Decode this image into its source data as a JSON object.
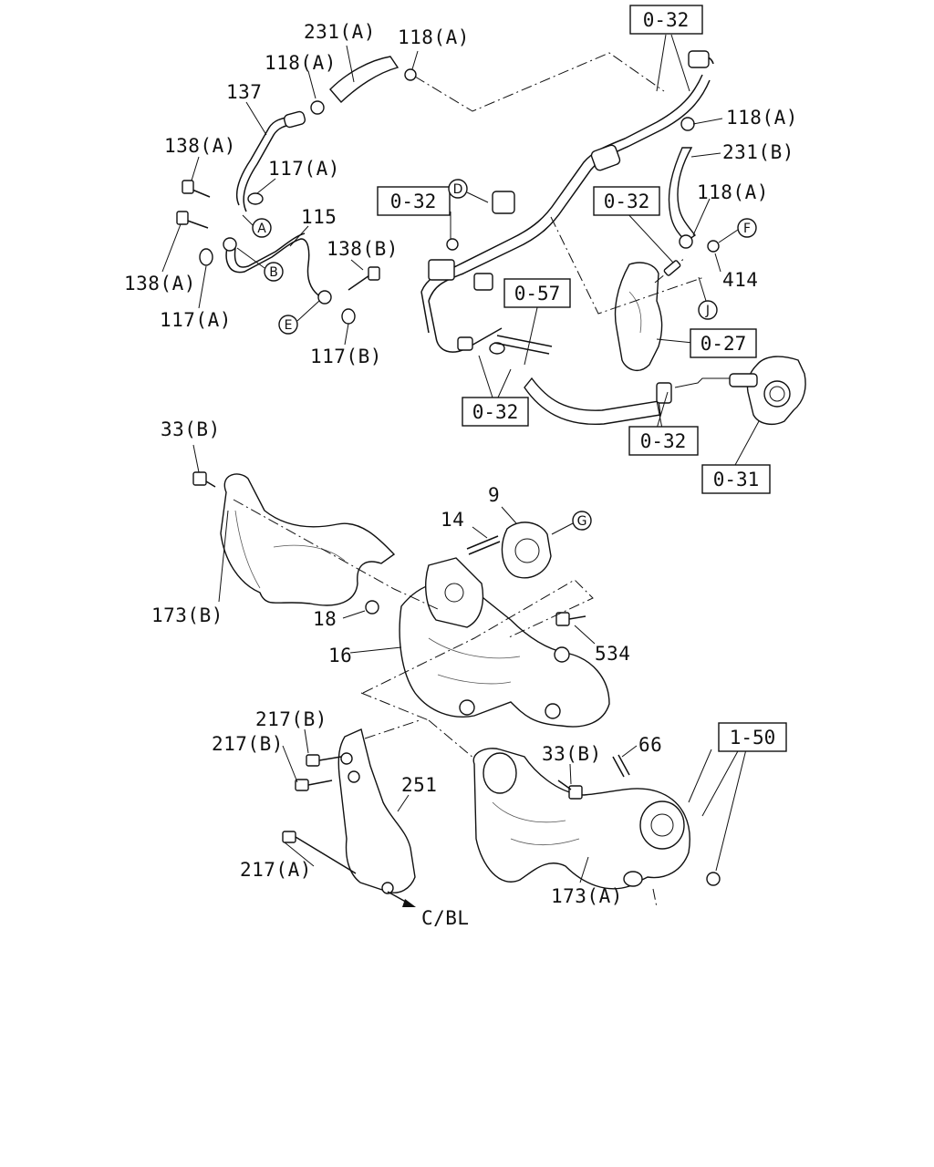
{
  "callouts": {
    "p231a": "231(A)",
    "p118a_1": "118(A)",
    "p118a_2": "118(A)",
    "p137": "137",
    "p138a_1": "138(A)",
    "p117a_1": "117(A)",
    "p115": "115",
    "p138b": "138(B)",
    "p138a_2": "138(A)",
    "p117a_2": "117(A)",
    "p117b": "117(B)",
    "p118a_3": "118(A)",
    "p231b": "231(B)",
    "p118a_4": "118(A)",
    "p414": "414",
    "p33b_1": "33(B)",
    "p9": "9",
    "p14": "14",
    "p173b": "173(B)",
    "p18": "18",
    "p16": "16",
    "p534": "534",
    "p217b_1": "217(B)",
    "p217b_2": "217(B)",
    "p33b_2": "33(B)",
    "p66": "66",
    "p251": "251",
    "p217a": "217(A)",
    "p173a": "173(A)",
    "cbl": "C/BL"
  },
  "refs": {
    "r032_top": "0-32",
    "r032_left": "0-32",
    "r032_mid": "0-32",
    "r057": "0-57",
    "r027": "0-27",
    "r032_bl": "0-32",
    "r032_br": "0-32",
    "r031": "0-31",
    "r150": "1-50"
  },
  "markers": {
    "A": "A",
    "B": "B",
    "D": "D",
    "E": "E",
    "F": "F",
    "G": "G",
    "J": "J"
  }
}
